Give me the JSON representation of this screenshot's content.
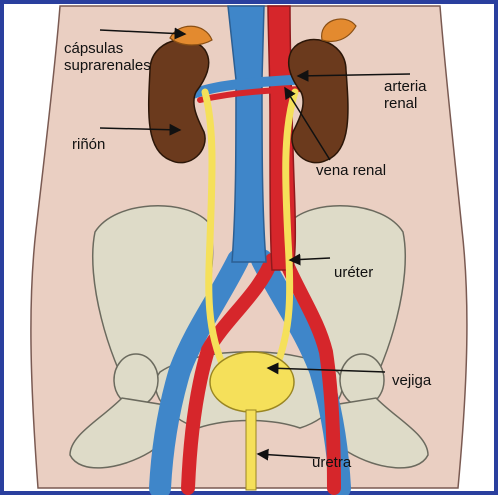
{
  "labels": {
    "capsulas_line1": "cápsulas",
    "capsulas_line2": "suprarenales",
    "rinon": "riñón",
    "arteria_line1": "arteria",
    "arteria_line2": "renal",
    "vena_renal": "vena renal",
    "ureter": "uréter",
    "vejiga": "vejiga",
    "uretra": "uretra"
  },
  "colors": {
    "frame": "#2a3f9e",
    "background": "#eacfc2",
    "vein": "#3f86c9",
    "artery": "#d6262b",
    "kidney": "#6b3a1d",
    "adrenal": "#e38a2f",
    "ureter": "#f5e05a",
    "bone": "#dedbc8"
  }
}
